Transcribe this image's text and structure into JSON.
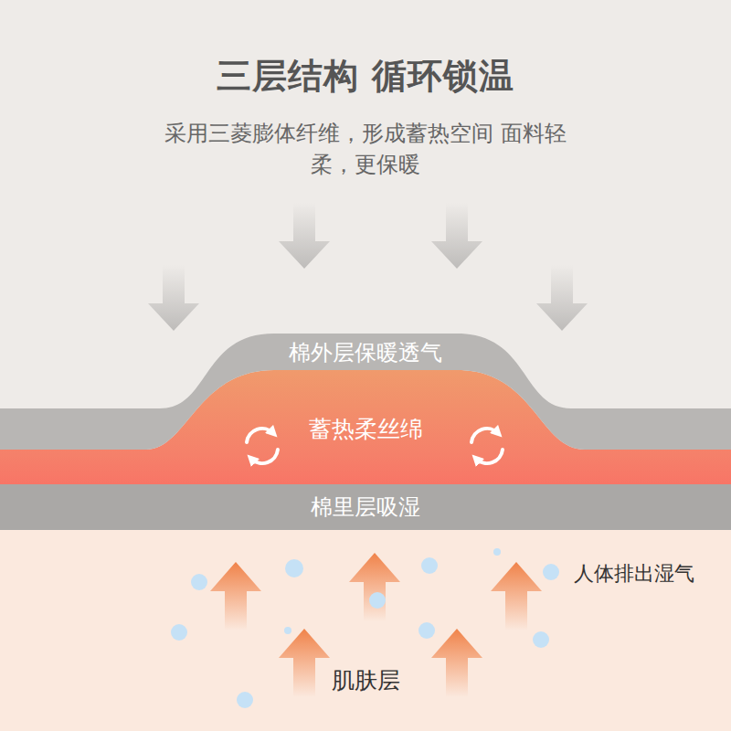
{
  "diagram": {
    "title": "三层结构 循环锁温",
    "nodes": [
      {
        "text": [
          "棉外层保暖透气"
        ]
      },
      {
        "text": [
          "蓄热柔丝绵"
        ]
      },
      {
        "text": [
          "棉里层吸湿"
        ]
      },
      {
        "text": [
          "肌肤层"
        ]
      }
    ],
    "labels": [
      "采用三菱膨体纤维，形成蓄热空间 面料轻柔，更保暖",
      "人体排出湿气"
    ]
  }
}
